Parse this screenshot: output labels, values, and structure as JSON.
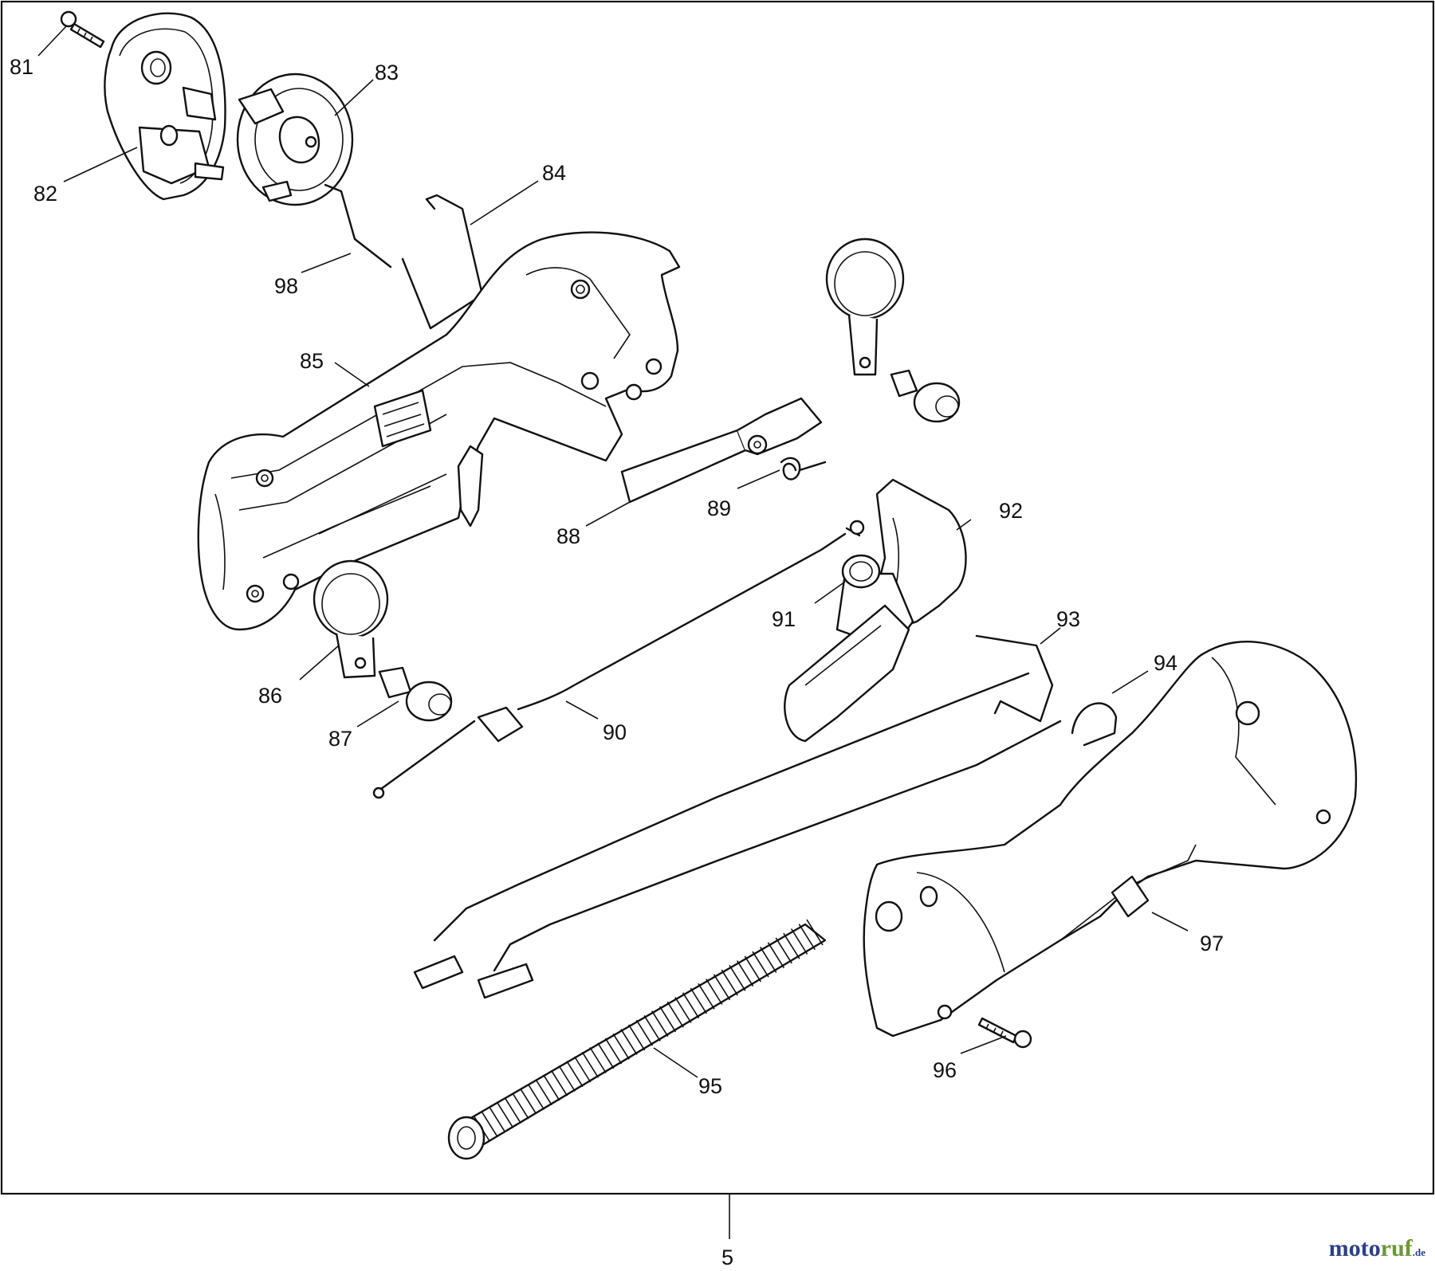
{
  "callouts": [
    {
      "id": "81",
      "label": "81"
    },
    {
      "id": "82",
      "label": "82"
    },
    {
      "id": "83",
      "label": "83"
    },
    {
      "id": "84",
      "label": "84"
    },
    {
      "id": "85",
      "label": "85"
    },
    {
      "id": "86",
      "label": "86"
    },
    {
      "id": "87",
      "label": "87"
    },
    {
      "id": "88",
      "label": "88"
    },
    {
      "id": "89",
      "label": "89"
    },
    {
      "id": "90",
      "label": "90"
    },
    {
      "id": "91",
      "label": "91"
    },
    {
      "id": "92",
      "label": "92"
    },
    {
      "id": "93",
      "label": "93"
    },
    {
      "id": "94",
      "label": "94"
    },
    {
      "id": "95",
      "label": "95"
    },
    {
      "id": "96",
      "label": "96"
    },
    {
      "id": "97",
      "label": "97"
    },
    {
      "id": "98",
      "label": "98"
    }
  ],
  "page_number": "5",
  "watermark": {
    "part1": "moto",
    "part2": "ruf",
    "suffix": ".de"
  }
}
